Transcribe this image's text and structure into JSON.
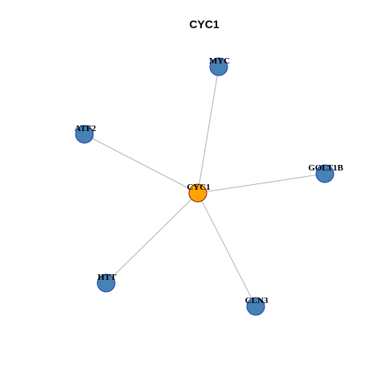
{
  "title": "CYC1",
  "colors": {
    "hub_fill": "#FFA500",
    "hub_stroke": "#8B1A1A",
    "node_fill": "#4682B4",
    "node_stroke": "#1F3FBF",
    "edge": "#B3B3B3"
  },
  "network": {
    "hub": "CYC1",
    "nodes": [
      "CYC1",
      "MYC",
      "ATF2",
      "GOLT1B",
      "HTT",
      "CLN3"
    ],
    "edges": [
      [
        "CYC1",
        "MYC"
      ],
      [
        "CYC1",
        "ATF2"
      ],
      [
        "CYC1",
        "GOLT1B"
      ],
      [
        "CYC1",
        "HTT"
      ],
      [
        "CYC1",
        "CLN3"
      ]
    ]
  }
}
